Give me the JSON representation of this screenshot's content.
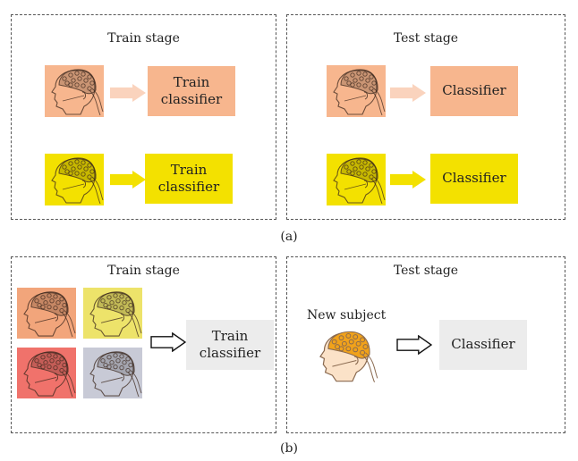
{
  "figure_a": {
    "caption": "(a)",
    "train_panel": {
      "title": "Train stage",
      "rows": [
        {
          "classifier_label": "Train\nclassifier",
          "color": "#f7b68e",
          "arrow_color": "#fad3bd"
        },
        {
          "classifier_label": "Train\nclassifier",
          "color": "#f3e100",
          "arrow_color": "#f3e100"
        }
      ]
    },
    "test_panel": {
      "title": "Test stage",
      "rows": [
        {
          "classifier_label": "Classifier",
          "color": "#f7b68e",
          "arrow_color": "#fad3bd"
        },
        {
          "classifier_label": "Classifier",
          "color": "#f3e100",
          "arrow_color": "#f3e100"
        }
      ]
    }
  },
  "figure_b": {
    "caption": "(b)",
    "train_panel": {
      "title": "Train stage",
      "subject_colors": [
        "#f2a57b",
        "#ede36a",
        "#f0726b",
        "#c8cad6"
      ],
      "classifier_label": "Train\nclassifier",
      "classifier_color": "#ececec"
    },
    "test_panel": {
      "title": "Test stage",
      "subject_label": "New subject",
      "classifier_label": "Classifier",
      "classifier_color": "#ececec"
    }
  },
  "icons": {
    "eeg_head": "eeg-cap-head-icon",
    "arrow": "right-arrow-icon",
    "hollow_arrow": "hollow-right-arrow-icon"
  }
}
